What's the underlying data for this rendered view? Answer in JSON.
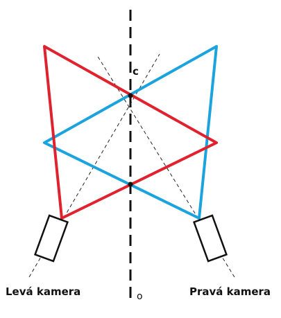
{
  "labels": {
    "left_camera": "Levá kamera",
    "right_camera": "Pravá kamera",
    "point_c": "c",
    "point_o": "o"
  },
  "colors": {
    "left_view": "#e0222e",
    "right_view": "#1aa3dc",
    "axis": "#111111",
    "background": "#ffffff"
  }
}
